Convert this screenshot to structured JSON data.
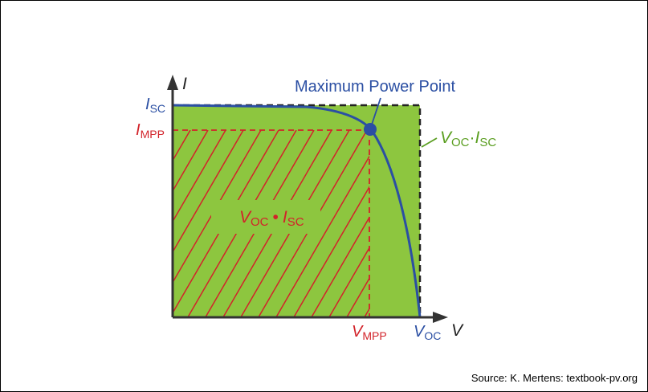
{
  "diagram": {
    "y_axis_label": "I",
    "x_axis_label": "V",
    "isc": {
      "main": "I",
      "sub": "SC"
    },
    "impp": {
      "main": "I",
      "sub": "MPP"
    },
    "vmpp": {
      "main": "V",
      "sub": "MPP"
    },
    "voc": {
      "main": "V",
      "sub": "OC"
    },
    "mpp_label": "Maximum Power Point",
    "product_area": {
      "v": "V",
      "v_sub": "OC",
      "dot": "•",
      "i": "I",
      "i_sub": "SC"
    },
    "product_side": {
      "v": "V",
      "v_sub": "OC",
      "dot": "·",
      "i": "I",
      "i_sub": "SC"
    }
  },
  "colors": {
    "fill_green": "#8dc63f",
    "curve_blue": "#2b4fa3",
    "mpp_red": "#d2232a",
    "label_green": "#5a9e20",
    "axis": "#333333"
  },
  "source": "Source: K. Mertens: textbook-pv.org"
}
